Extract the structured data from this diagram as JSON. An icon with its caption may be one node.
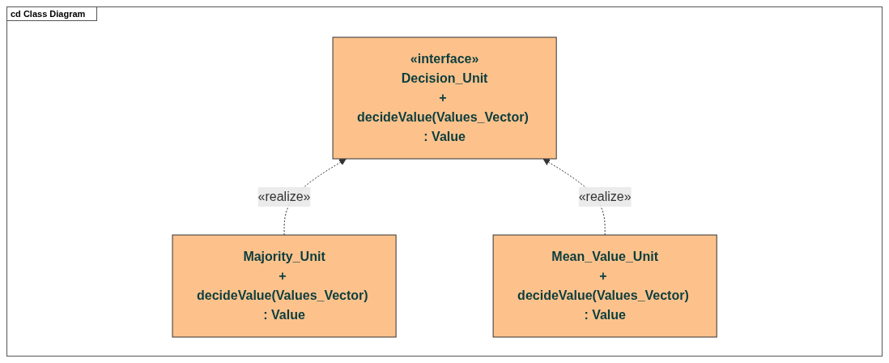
{
  "diagram": {
    "title": "cd Class Diagram",
    "nodes": [
      {
        "text": [
          "«interface»",
          "Decision_Unit",
          "+ decideValue(Values_Vector) : Value"
        ]
      },
      {
        "text": [
          "Majority_Unit",
          "+ decideValue(Values_Vector) : Value"
        ]
      },
      {
        "text": [
          "Mean_Value_Unit",
          "+ decideValue(Values_Vector) : Value"
        ]
      }
    ],
    "edges": [
      {
        "from": 1,
        "to": 0,
        "arrow": "to",
        "style": "dashed",
        "label": "«realize»"
      },
      {
        "from": 2,
        "to": 0,
        "arrow": "to",
        "style": "dashed",
        "label": "«realize»"
      }
    ]
  }
}
